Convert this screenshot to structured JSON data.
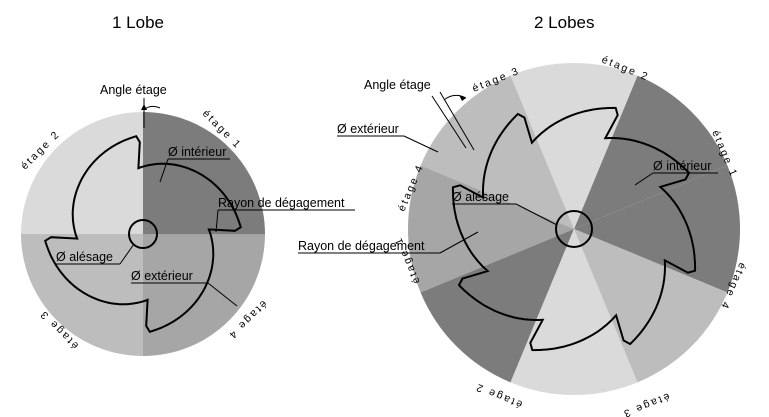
{
  "titles": {
    "left": "1 Lobe",
    "right": "2 Lobes"
  },
  "stage_labels": {
    "left": [
      "étage 1",
      "étage 2",
      "étage 3",
      "étage 4"
    ],
    "right": [
      "étage 1",
      "étage 2",
      "étage 3",
      "étage 4",
      "étage 1",
      "étage 2",
      "étage 3",
      "étage 4"
    ]
  },
  "callouts": {
    "angle_etage": "Angle étage",
    "diam_interieur": "Ø intérieur",
    "rayon_degagement": "Rayon de dégagement",
    "diam_alesage": "Ø alésage",
    "diam_exterieur": "Ø extérieur"
  },
  "colors": {
    "light": "#dadada",
    "mid_light": "#bdbdbd",
    "medium": "#a6a6a6",
    "dark": "#7c7c7c",
    "outline": "#000000"
  }
}
